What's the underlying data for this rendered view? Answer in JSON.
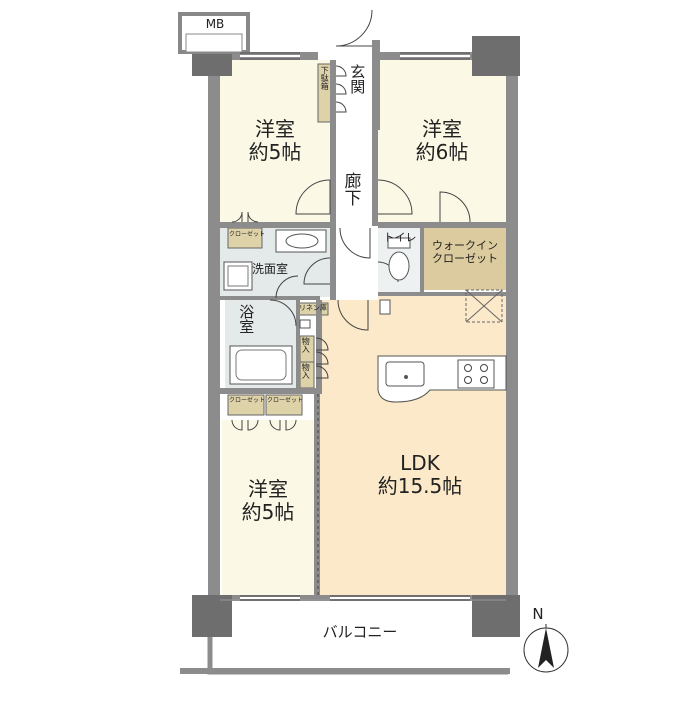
{
  "rooms": {
    "mb": "MB",
    "genkan": "玄関",
    "getabako": "下駄箱",
    "western_nw": {
      "name": "洋室",
      "size": "約5帖"
    },
    "western_ne": {
      "name": "洋室",
      "size": "約6帖"
    },
    "western_sw": {
      "name": "洋室",
      "size": "約5帖"
    },
    "corridor": "廊下",
    "closet": "クローゼット",
    "toilet": "トイレ",
    "walk_in": {
      "line1": "ウォークイン",
      "line2": "クローゼット"
    },
    "washroom": "洗面室",
    "linen": "リネン庫",
    "bath": "浴室",
    "storage": "物入",
    "ldk": {
      "name": "LDK",
      "size": "約15.5帖"
    },
    "balcony": "バルコニー"
  },
  "compass": {
    "north": "N"
  },
  "colors": {
    "wall": "#8c8c8c",
    "wall_dark": "#6e6e6e",
    "room_floor": "#fbf9e6",
    "ldk_floor": "#fbe9c9",
    "wet_area": "#e4eaea",
    "closet_fill": "#ddd2a8",
    "walkin_fill": "#dccb9e",
    "corridor_floor": "#ffffff"
  }
}
